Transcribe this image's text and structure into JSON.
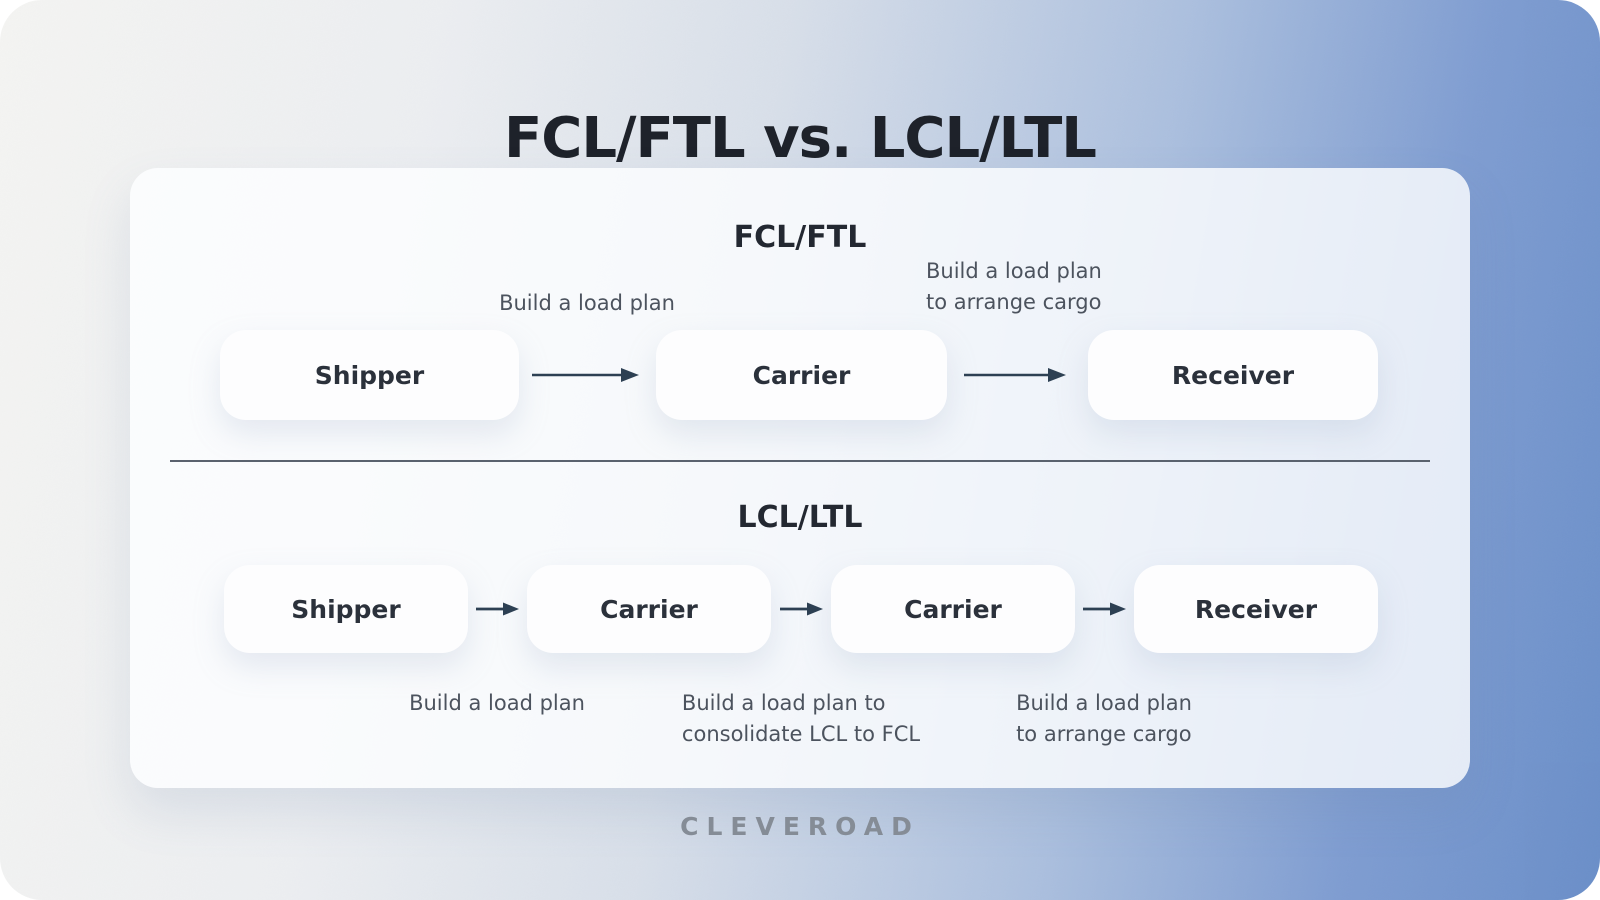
{
  "header": {
    "title": "FCL/FTL vs. LCL/LTL"
  },
  "footer": {
    "brand": "CLEVEROAD"
  },
  "colors": {
    "background_left": "#f4f4f2",
    "background_right": "#6b8fc9",
    "card": "#f2f4f8",
    "node_box": "#fdfdfe",
    "arrow": "#2d4053",
    "heading_text": "#232831",
    "annotation_text": "#4c535e",
    "brand_text": "#858c96"
  },
  "diagram": {
    "sections": [
      {
        "heading": "FCL/FTL",
        "nodes": [
          "Shipper",
          "Carrier",
          "Receiver"
        ],
        "annotations": [
          {
            "lines": [
              "Build a load plan"
            ]
          },
          {
            "lines": [
              "Build a load plan",
              "to arrange cargo"
            ]
          }
        ]
      },
      {
        "heading": "LCL/LTL",
        "nodes": [
          "Shipper",
          "Carrier",
          "Carrier",
          "Receiver"
        ],
        "annotations": [
          {
            "lines": [
              "Build a load plan"
            ]
          },
          {
            "lines": [
              "Build a load plan to",
              "consolidate LCL to FCL"
            ]
          },
          {
            "lines": [
              "Build a load plan",
              "to arrange cargo"
            ]
          }
        ]
      }
    ]
  }
}
